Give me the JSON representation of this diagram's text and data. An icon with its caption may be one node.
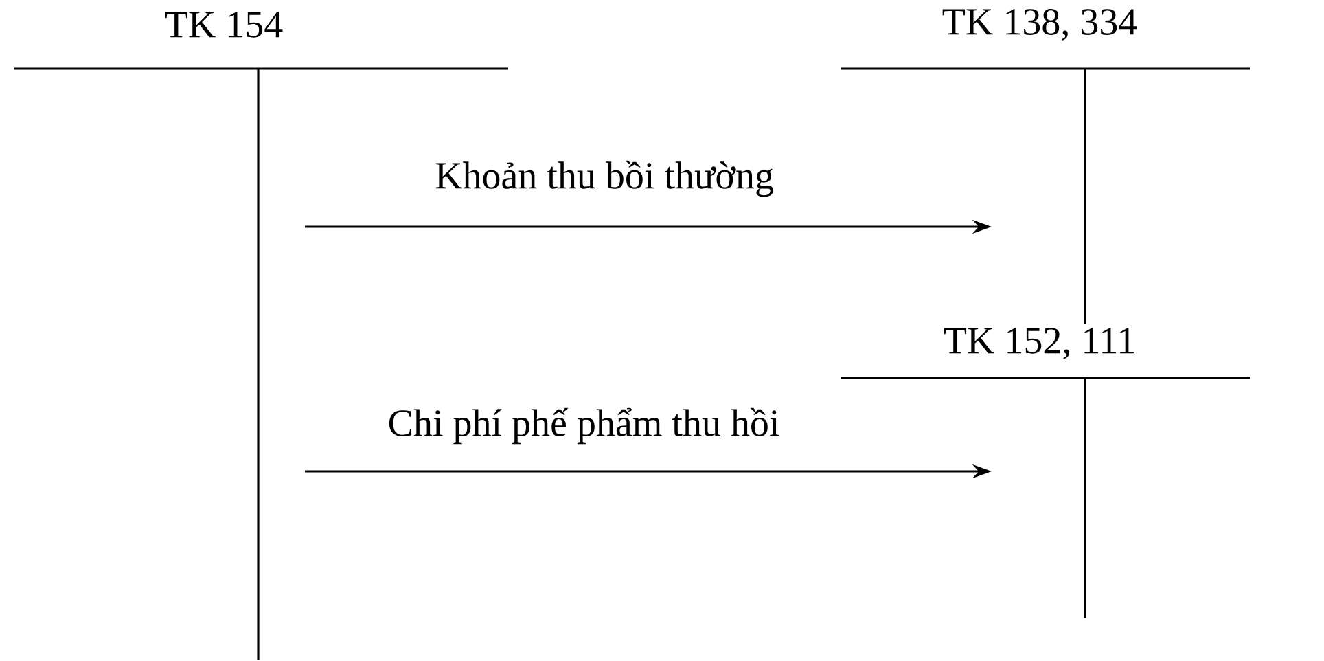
{
  "diagram": {
    "nodes": [
      {
        "text": [
          "TK 154"
        ]
      },
      {
        "text": [
          "TK 138, 334"
        ]
      },
      {
        "text": [
          "TK 152, 111"
        ]
      }
    ],
    "edges": [
      {
        "from": 0,
        "to": 1,
        "arrow": "to",
        "label": "Khoản thu bồi thường"
      },
      {
        "from": 0,
        "to": 2,
        "arrow": "to",
        "label": "Chi phí phế phẩm thu hồi"
      }
    ]
  }
}
